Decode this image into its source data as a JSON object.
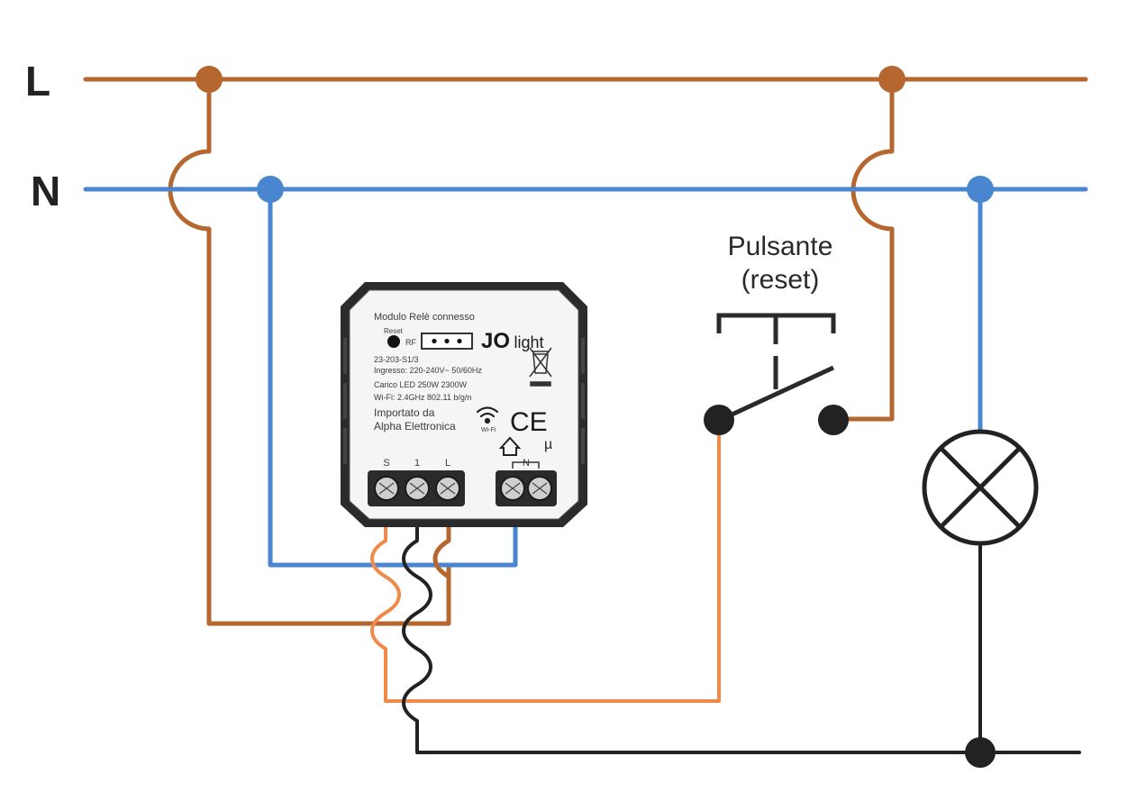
{
  "labels": {
    "line": "L",
    "neutral": "N",
    "pushbutton_line1": "Pulsante",
    "pushbutton_line2": "(reset)"
  },
  "module": {
    "title": "Modulo Relè connesso",
    "reset_label": "Reset",
    "rf_label": "RF",
    "brand_bold": "JO",
    "brand_light": "light",
    "model": "23-203-S1/3",
    "spec_input": "Ingresso: 220-240V~ 50/60Hz",
    "spec_load": "Carico LED 250W  2300W",
    "spec_wifi": "Wi-Fi: 2.4GHz 802.11 b/g/n",
    "importer_line1": "Importato da",
    "importer_line2": "Alpha Elettronica",
    "wifi_label": "Wi-Fi",
    "ce_mark": "CE",
    "mu_mark": "µ",
    "terminal_s": "S",
    "terminal_1": "1",
    "terminal_l": "L",
    "terminal_n": "N"
  },
  "colors": {
    "live": "#b5672f",
    "neutral": "#4a86d0",
    "switched": "#f08a4b",
    "load": "#222222",
    "module_body": "#2b2b2b",
    "background": "#ffffff"
  }
}
